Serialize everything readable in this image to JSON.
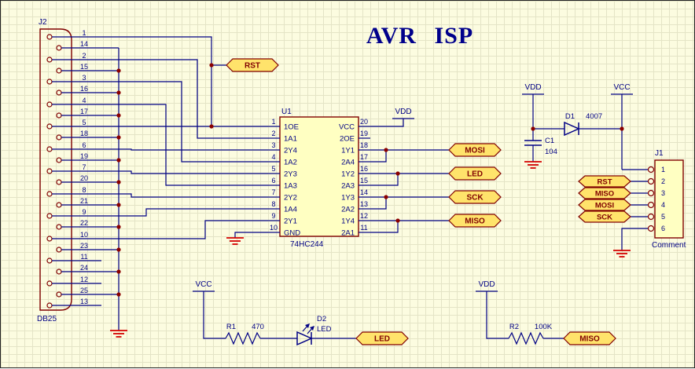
{
  "title": "AVR ISP",
  "colors": {
    "bg": "#FCFCE0",
    "grid": "#E4E4C6",
    "wire": "#000084",
    "comp": "#800000",
    "yellow": "#FFE36B",
    "chipfill": "#FFFFC2",
    "ground": "#D40000",
    "junction": "#8B0000",
    "title": "#00008B"
  },
  "connectors": {
    "j2": {
      "ref": "J2",
      "part": "DB25",
      "pins": [
        "1",
        "14",
        "2",
        "15",
        "3",
        "16",
        "4",
        "17",
        "5",
        "18",
        "6",
        "19",
        "7",
        "20",
        "8",
        "21",
        "9",
        "22",
        "10",
        "23",
        "11",
        "24",
        "12",
        "25",
        "13"
      ]
    },
    "j1": {
      "ref": "J1",
      "comment": "Comment",
      "pins": [
        "1",
        "2",
        "3",
        "4",
        "5",
        "6"
      ]
    }
  },
  "u1": {
    "ref": "U1",
    "part": "74HC244",
    "left_pins": [
      {
        "n": "1",
        "l": "1OE"
      },
      {
        "n": "2",
        "l": "1A1"
      },
      {
        "n": "3",
        "l": "2Y4"
      },
      {
        "n": "4",
        "l": "1A2"
      },
      {
        "n": "5",
        "l": "2Y3"
      },
      {
        "n": "6",
        "l": "1A3"
      },
      {
        "n": "7",
        "l": "2Y2"
      },
      {
        "n": "8",
        "l": "1A4"
      },
      {
        "n": "9",
        "l": "2Y1"
      },
      {
        "n": "10",
        "l": "GND"
      }
    ],
    "right_pins": [
      {
        "n": "20",
        "l": "VCC"
      },
      {
        "n": "19",
        "l": "2OE"
      },
      {
        "n": "18",
        "l": "1Y1"
      },
      {
        "n": "17",
        "l": "2A4"
      },
      {
        "n": "16",
        "l": "1Y2"
      },
      {
        "n": "15",
        "l": "2A3"
      },
      {
        "n": "14",
        "l": "1Y3"
      },
      {
        "n": "13",
        "l": "2A2"
      },
      {
        "n": "12",
        "l": "1Y4"
      },
      {
        "n": "11",
        "l": "2A1"
      }
    ]
  },
  "ports": {
    "rst": "RST",
    "mosi": "MOSI",
    "led": "LED",
    "sck": "SCK",
    "miso": "MISO",
    "j1_rst": "RST",
    "j1_miso": "MISO",
    "j1_mosi": "MOSI",
    "j1_sck": "SCK",
    "led_out": "LED",
    "miso_out": "MISO"
  },
  "power": {
    "vdd": "VDD",
    "vcc": "VCC"
  },
  "components": {
    "c1": {
      "ref": "C1",
      "value": "104"
    },
    "d1": {
      "ref": "D1",
      "value": "4007"
    },
    "d2": {
      "ref": "D2",
      "value": "LED"
    },
    "r1": {
      "ref": "R1",
      "value": "470"
    },
    "r2": {
      "ref": "R2",
      "value": "100K"
    }
  }
}
